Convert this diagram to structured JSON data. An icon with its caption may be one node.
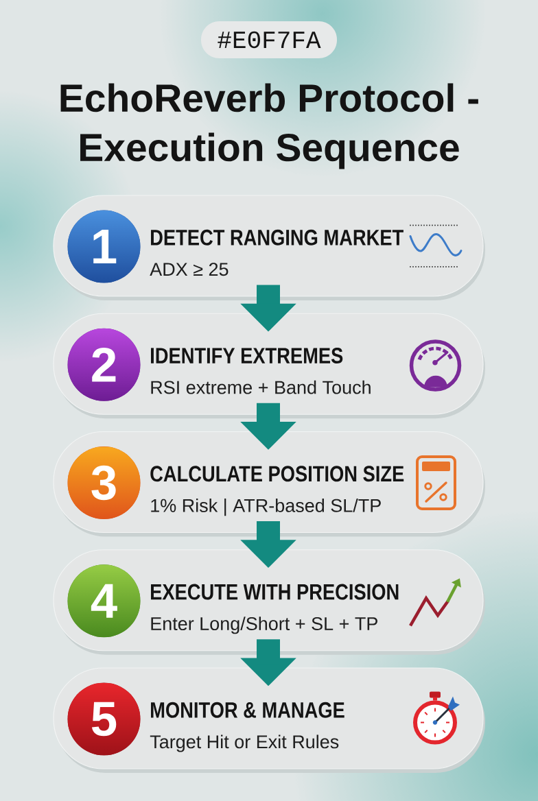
{
  "diagram": {
    "title": "EchoReverb Protocol - Execution Sequence",
    "nodes": [
      {
        "text": [
          "#E0F7FA"
        ]
      },
      {
        "text": [
          "DETECT RANGING MARKET",
          "ADX ≥ 25"
        ]
      },
      {
        "text": [
          "1"
        ],
        "in": 1
      },
      {
        "text": [
          "IDENTIFY EXTREMES",
          "RSI extreme + Band Touch"
        ]
      },
      {
        "text": [
          "2"
        ],
        "in": 3
      },
      {
        "text": [
          "CALCULATE POSITION SIZE",
          "1% Risk | ATR-based SL/TP"
        ]
      },
      {
        "text": [
          "3"
        ],
        "in": 5
      },
      {
        "text": [
          "EXECUTE WITH PRECISION",
          "Enter Long/Short + SL + TP"
        ]
      },
      {
        "text": [
          "4"
        ],
        "in": 7
      },
      {
        "text": [
          "MONITOR & MANAGE",
          "Target Hit or Exit Rules"
        ]
      },
      {
        "text": [
          "5"
        ],
        "in": 9
      }
    ],
    "edges": [
      {
        "from": 1,
        "to": 3,
        "arrow": "to"
      },
      {
        "from": 3,
        "to": 5,
        "arrow": "to"
      },
      {
        "from": 5,
        "to": 7,
        "arrow": "to"
      },
      {
        "from": 7,
        "to": 9,
        "arrow": "to"
      }
    ]
  }
}
